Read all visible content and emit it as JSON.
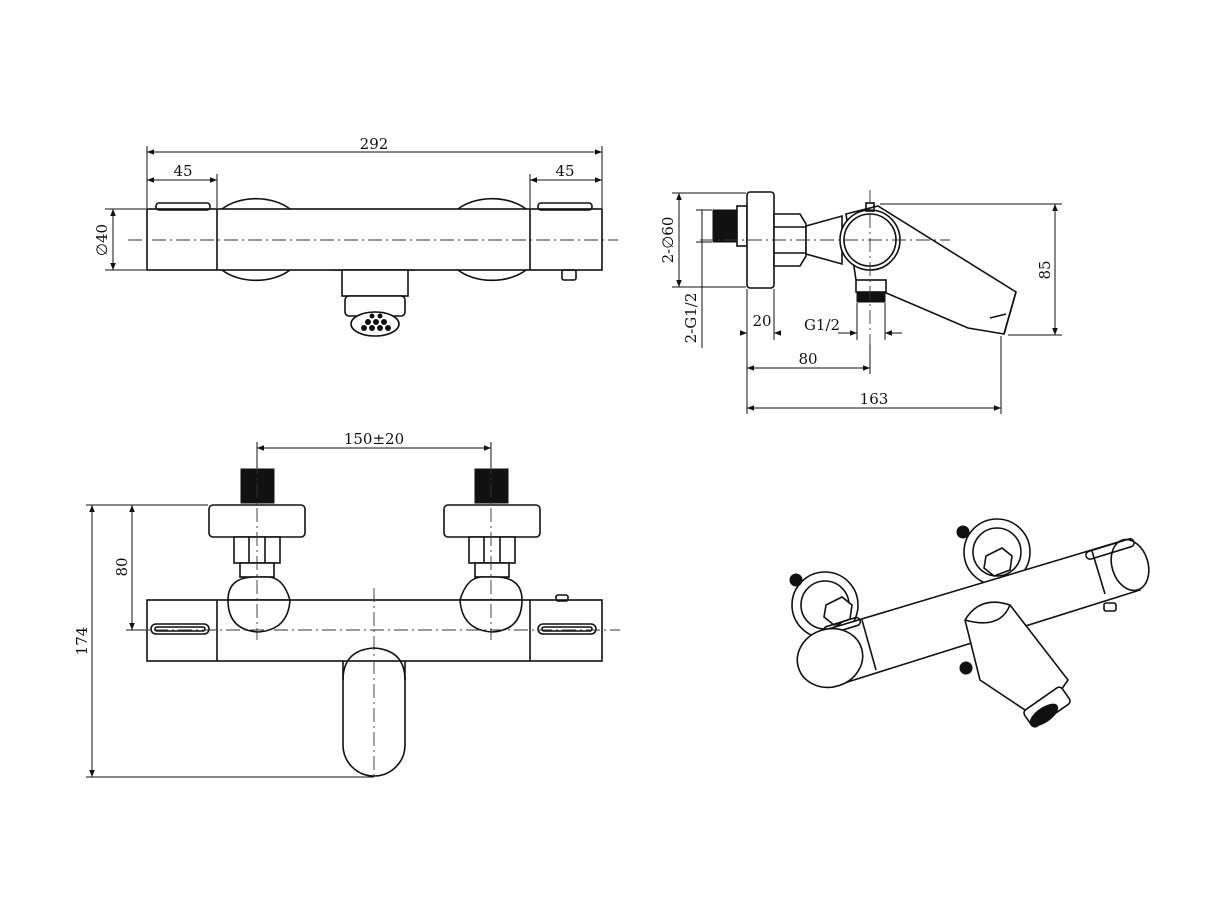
{
  "drawing": {
    "top_view": {
      "dim_overall_length": "292",
      "dim_left_handle": "45",
      "dim_right_handle": "45",
      "dim_diameter": "∅40"
    },
    "side_view": {
      "dim_flange_diameter": "2-∅60",
      "dim_thread": "2-G1/2",
      "dim_flange_width": "20",
      "dim_outlet_thread": "G1/2",
      "dim_outlet_distance": "80",
      "dim_depth": "163",
      "dim_height": "85"
    },
    "front_view": {
      "dim_center_distance": "150±20",
      "dim_inlet_height": "80",
      "dim_total_height": "174"
    }
  }
}
